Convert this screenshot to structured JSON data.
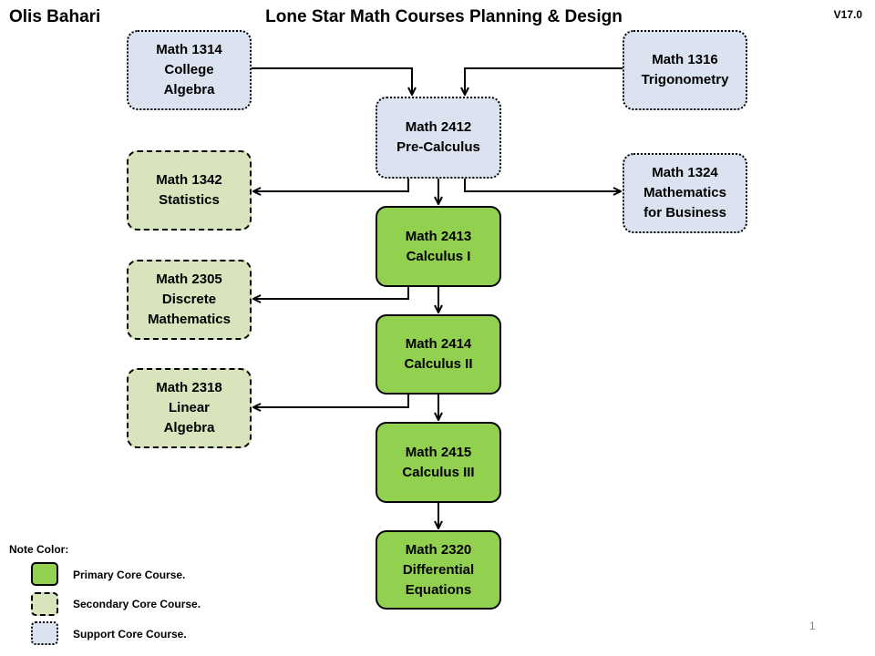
{
  "header": {
    "author": "Olis Bahari",
    "title": "Lone Star Math Courses Planning & Design",
    "version": "V17.0"
  },
  "page_number": "1",
  "colors": {
    "primary": "#92d050",
    "secondary": "#d8e4bc",
    "support": "#dce3f0"
  },
  "nodes": {
    "math1314": {
      "code": "Math 1314",
      "line1": "College",
      "line2": "Algebra",
      "kind": "support"
    },
    "math1316": {
      "code": "Math 1316",
      "line1": "Trigonometry",
      "kind": "support"
    },
    "math2412": {
      "code": "Math 2412",
      "line1": "Pre-Calculus",
      "kind": "support"
    },
    "math1342": {
      "code": "Math 1342",
      "line1": "Statistics",
      "kind": "secondary"
    },
    "math1324": {
      "code": "Math 1324",
      "line1": "Mathematics",
      "line2": "for Business",
      "kind": "support"
    },
    "math2413": {
      "code": "Math 2413",
      "line1": "Calculus I",
      "kind": "primary"
    },
    "math2305": {
      "code": "Math 2305",
      "line1": "Discrete",
      "line2": "Mathematics",
      "kind": "secondary"
    },
    "math2414": {
      "code": "Math 2414",
      "line1": "Calculus II",
      "kind": "primary"
    },
    "math2318": {
      "code": "Math 2318",
      "line1": "Linear",
      "line2": "Algebra",
      "kind": "secondary"
    },
    "math2415": {
      "code": "Math 2415",
      "line1": "Calculus III",
      "kind": "primary"
    },
    "math2320": {
      "code": "Math 2320",
      "line1": "Differential",
      "line2": "Equations",
      "kind": "primary"
    }
  },
  "edges": [
    {
      "from": "math1314",
      "to": "math2412"
    },
    {
      "from": "math1316",
      "to": "math2412"
    },
    {
      "from": "math2412",
      "to": "math1342"
    },
    {
      "from": "math2412",
      "to": "math2413"
    },
    {
      "from": "math2412",
      "to": "math1324"
    },
    {
      "from": "math2413",
      "to": "math2305"
    },
    {
      "from": "math2413",
      "to": "math2414"
    },
    {
      "from": "math2414",
      "to": "math2318"
    },
    {
      "from": "math2414",
      "to": "math2415"
    },
    {
      "from": "math2415",
      "to": "math2320"
    }
  ],
  "legend": {
    "heading": "Note Color:",
    "items": [
      {
        "kind": "primary",
        "label": "Primary Core Course."
      },
      {
        "kind": "secondary",
        "label": "Secondary Core Course."
      },
      {
        "kind": "support",
        "label": "Support Core Course."
      }
    ]
  }
}
